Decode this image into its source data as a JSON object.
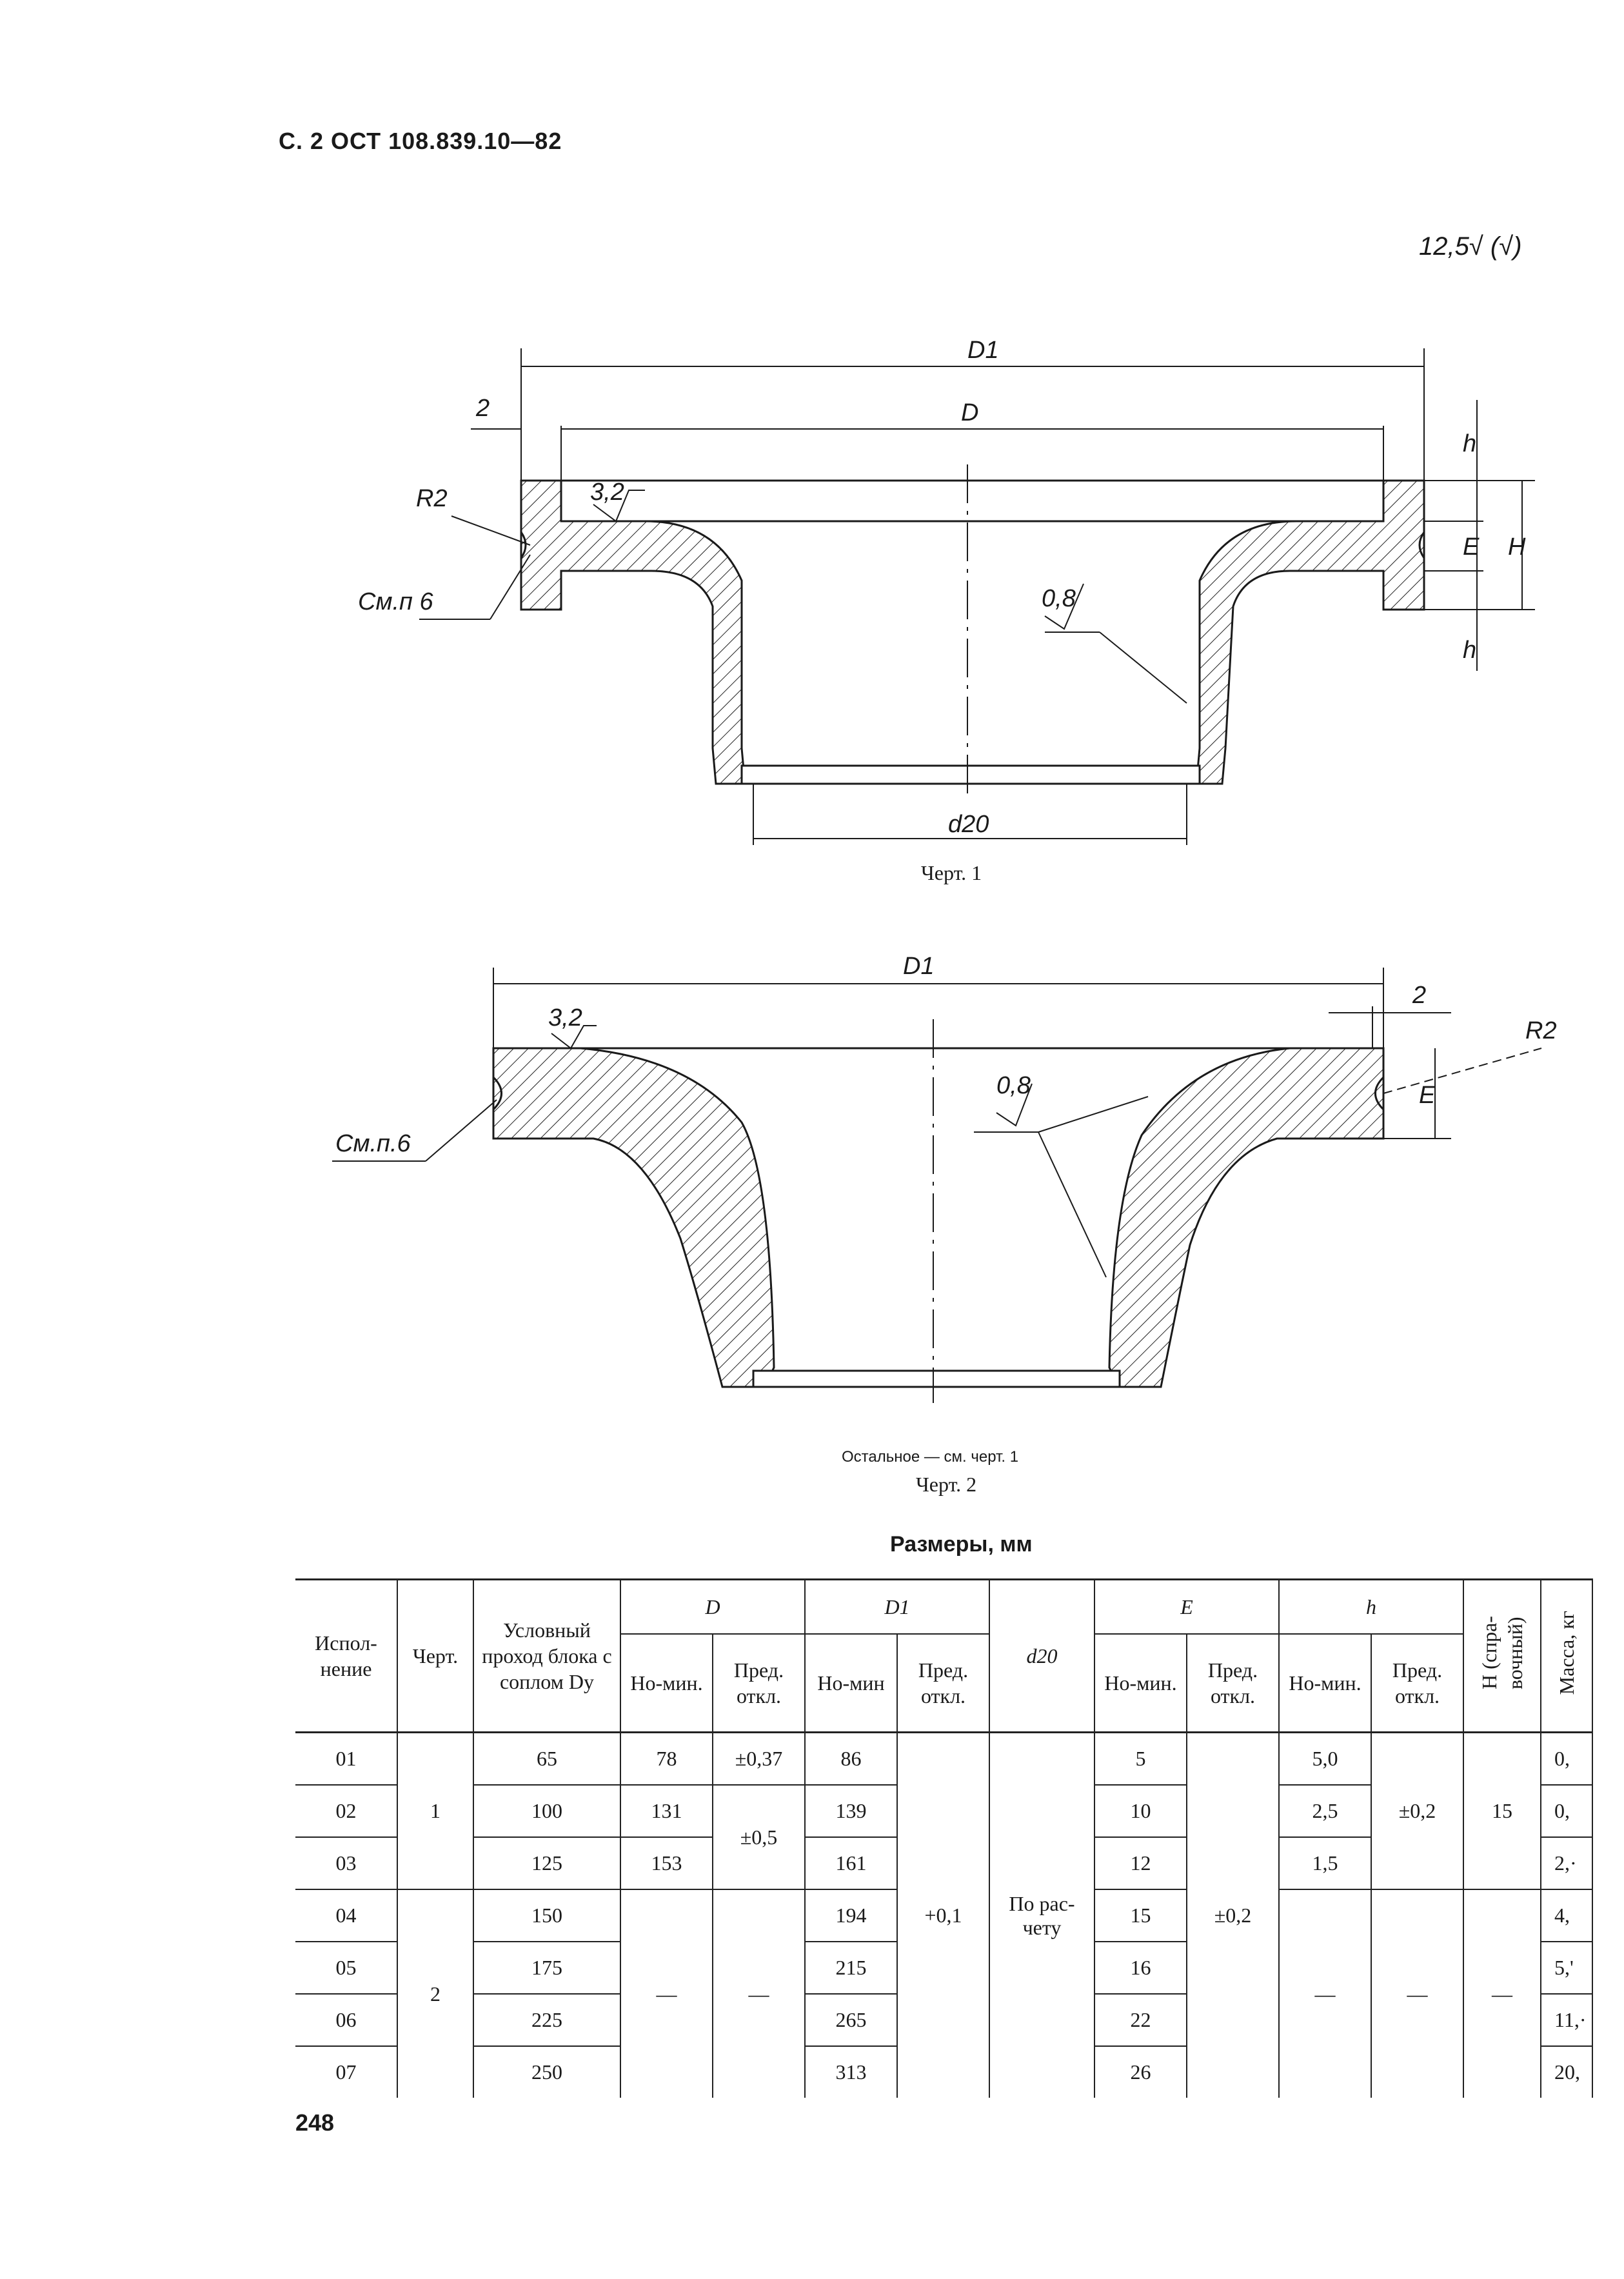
{
  "header": {
    "text": "С. 2  ОСТ 108.839.10—82"
  },
  "roughness": {
    "text": "12,5√ (√)"
  },
  "drawing1": {
    "labels": {
      "D1": "D1",
      "D": "D",
      "two": "2",
      "R2": "R2",
      "ref": "См.п 6",
      "r32": "3,2",
      "r08": "0,8",
      "d20": "d20",
      "h_top": "h",
      "E": "E",
      "H": "H",
      "h_bot": "h"
    },
    "caption": "Черт. 1"
  },
  "drawing2": {
    "labels": {
      "D1": "D1",
      "two": "2",
      "R2": "R2",
      "ref": "См.п.6",
      "r32": "3,2",
      "r08": "0,8",
      "E": "E"
    },
    "note": "Остальное — см. черт. 1",
    "caption": "Черт. 2"
  },
  "table": {
    "title": "Размеры, мм",
    "headers": {
      "ispolnenie": "Испол-нение",
      "chert": "Черт.",
      "dy": "Условный проход блока с соплом Dу",
      "D": "D",
      "D1": "D1",
      "d20": "d20",
      "E": "E",
      "h": "h",
      "nom": "Но-мин.",
      "nom2": "Но-мин",
      "pred": "Пред. откл.",
      "H": "H (спра-вочный)",
      "mass": "Масса, кг"
    },
    "rows": [
      {
        "isp": "01",
        "dy": "65",
        "D": "78",
        "D1": "86",
        "E": "5",
        "h": "5,0",
        "mass": "0,"
      },
      {
        "isp": "02",
        "dy": "100",
        "D": "131",
        "D1": "139",
        "E": "10",
        "h": "2,5",
        "mass": "0,"
      },
      {
        "isp": "03",
        "dy": "125",
        "D": "153",
        "D1": "161",
        "E": "12",
        "h": "1,5",
        "mass": "2,·"
      },
      {
        "isp": "04",
        "dy": "150",
        "D": "—",
        "D1": "194",
        "E": "15",
        "h": "—",
        "mass": "4,"
      },
      {
        "isp": "05",
        "dy": "175",
        "D": "",
        "D1": "215",
        "E": "16",
        "h": "",
        "mass": "5,'"
      },
      {
        "isp": "06",
        "dy": "225",
        "D": "",
        "D1": "265",
        "E": "22",
        "h": "",
        "mass": "11,·"
      },
      {
        "isp": "07",
        "dy": "250",
        "D": "",
        "D1": "313",
        "E": "26",
        "h": "",
        "mass": "20,"
      }
    ],
    "merged": {
      "chert1": "1",
      "chert2": "2",
      "D_pred_01": "±0,37",
      "D_pred_0203": "±0,5",
      "D1_pred": "+0,1",
      "d20": "По рас-чету",
      "E_pred": "±0,2",
      "h_pred": "±0,2",
      "H": "15",
      "dash": "—"
    }
  },
  "page_number": "248"
}
